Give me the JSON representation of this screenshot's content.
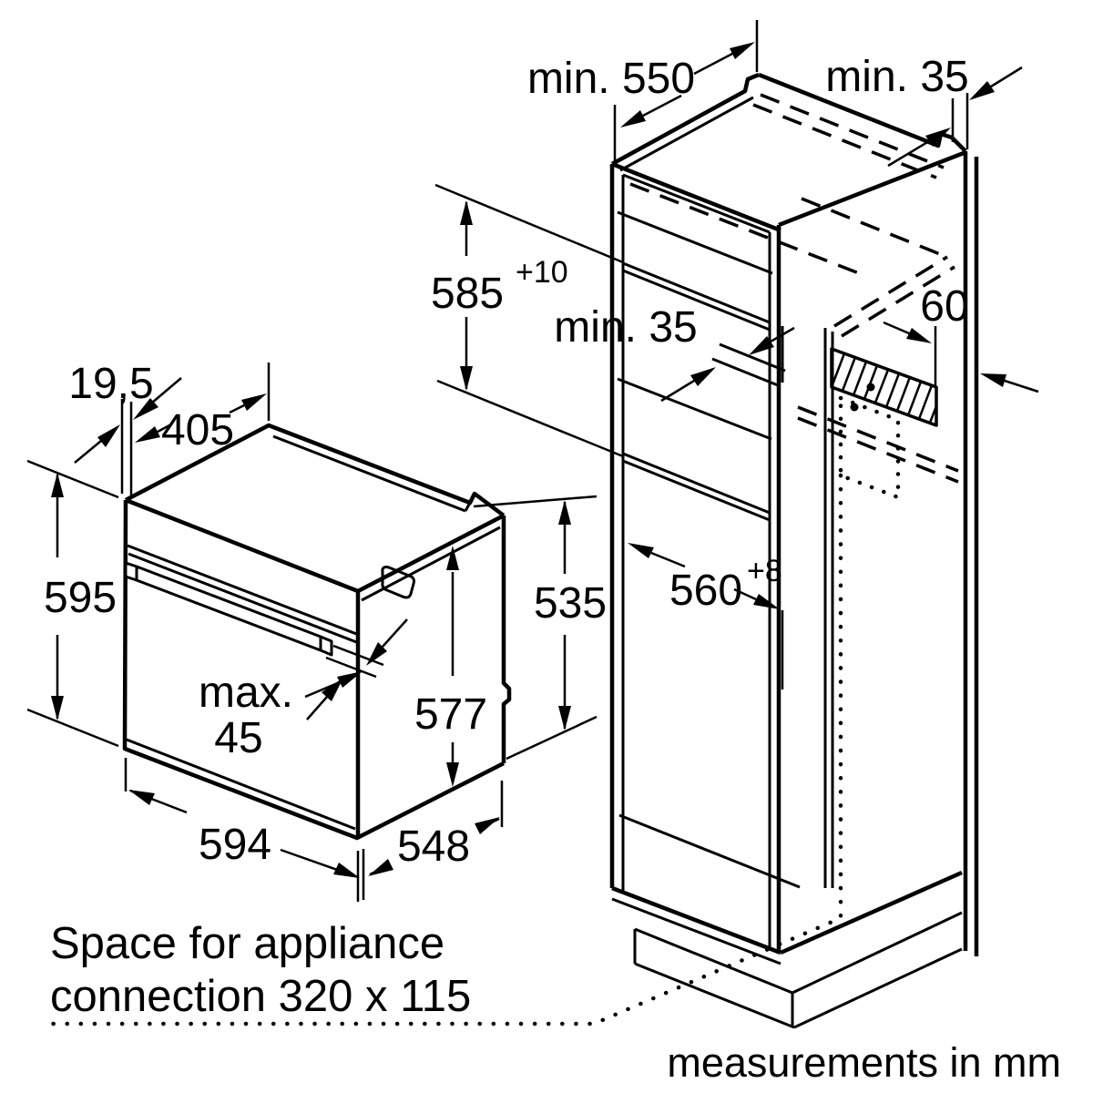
{
  "colors": {
    "line": "#000000",
    "background": "#ffffff"
  },
  "oven": {
    "label_19_5": "19,5",
    "label_405": "405",
    "label_595": "595",
    "label_max": "max.",
    "label_45": "45",
    "label_577": "577",
    "label_535": "535",
    "label_594": "594",
    "label_548": "548"
  },
  "cabinet": {
    "label_min550": "min. 550",
    "label_min35_wall": "min. 35",
    "label_585": "585",
    "label_585_tol": "+10",
    "label_min35_rear": "min. 35",
    "label_60": "60",
    "label_560": "560",
    "label_560_tol": "+8"
  },
  "footer": {
    "connection_line1": "Space for appliance",
    "connection_line2": "connection 320 x 115",
    "units": "measurements in mm"
  }
}
